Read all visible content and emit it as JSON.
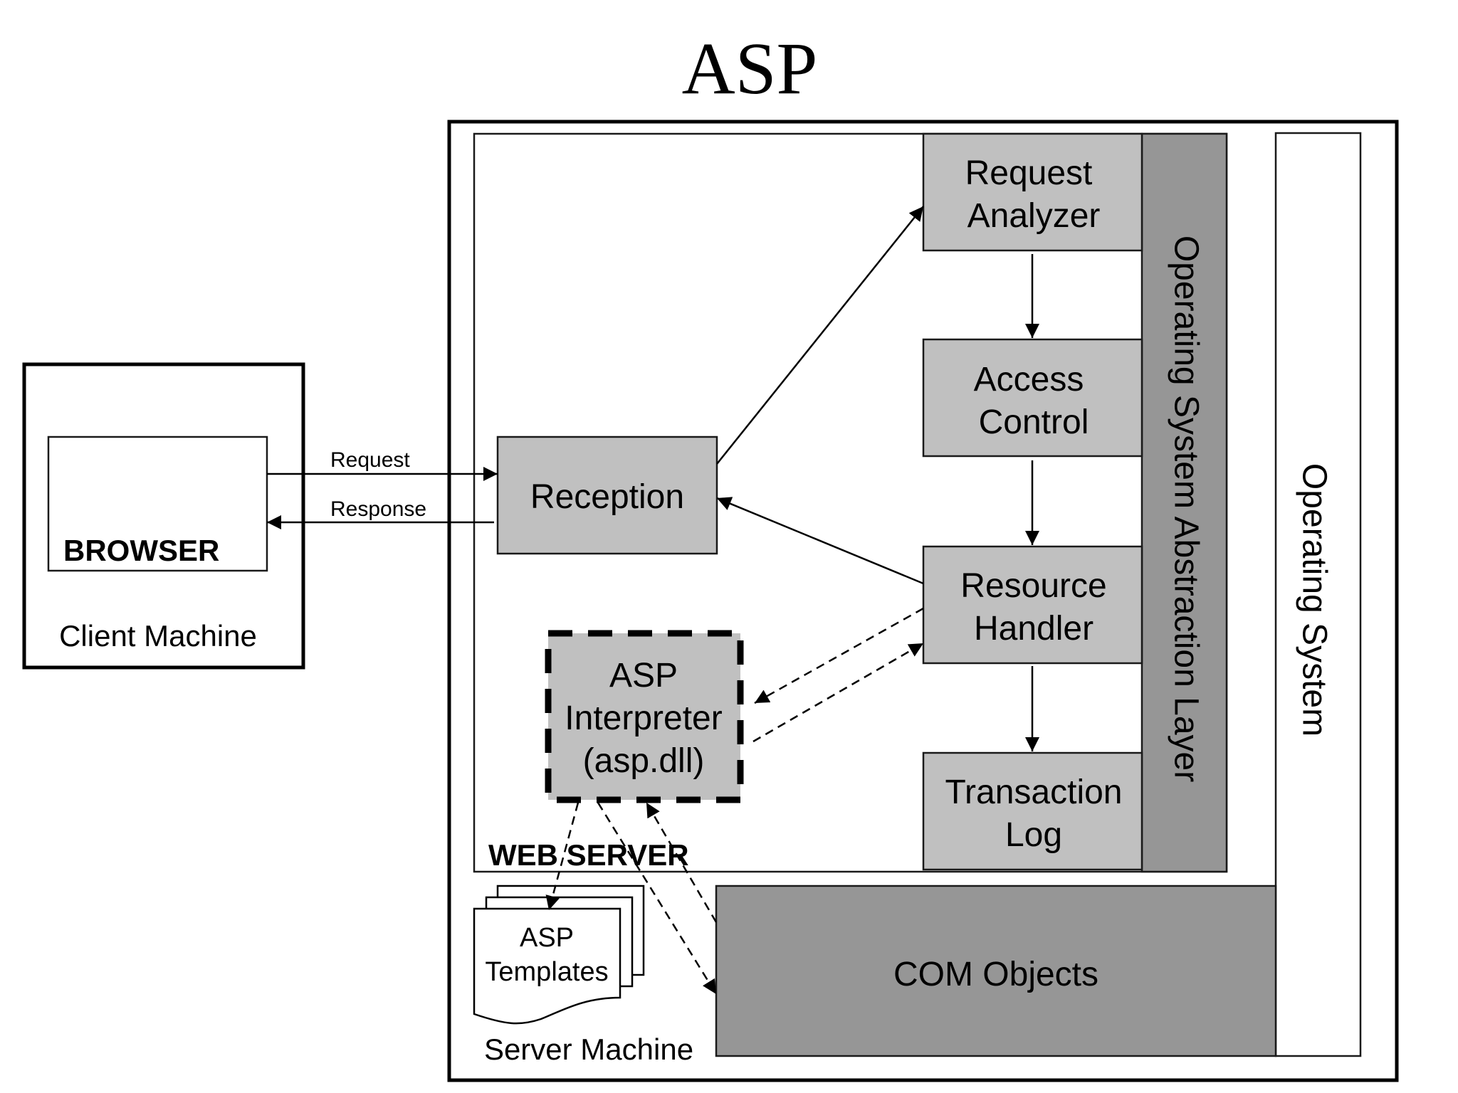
{
  "title": "ASP",
  "client": {
    "machine_label": "Client Machine",
    "browser_label": "BROWSER"
  },
  "connections": {
    "request_label": "Request",
    "response_label": "Response"
  },
  "server": {
    "machine_label": "Server Machine",
    "web_server_label": "WEB SERVER",
    "components": {
      "reception": [
        "Reception"
      ],
      "request_analyzer": [
        "Request",
        "Analyzer"
      ],
      "access_control": [
        "Access",
        "Control"
      ],
      "resource_handler": [
        "Resource",
        "Handler"
      ],
      "transaction_log": [
        "Transaction",
        "Log"
      ],
      "asp_interpreter": [
        "ASP",
        "Interpreter",
        "(asp.dll)"
      ],
      "asp_templates": [
        "ASP",
        "Templates"
      ],
      "com_objects": [
        "COM Objects"
      ]
    },
    "os_abstraction_layer": "Operating System Abstraction Layer",
    "operating_system": "Operating System"
  },
  "colors": {
    "light_box": "#c0c0c0",
    "dark_box": "#969696",
    "line": "#000000"
  }
}
